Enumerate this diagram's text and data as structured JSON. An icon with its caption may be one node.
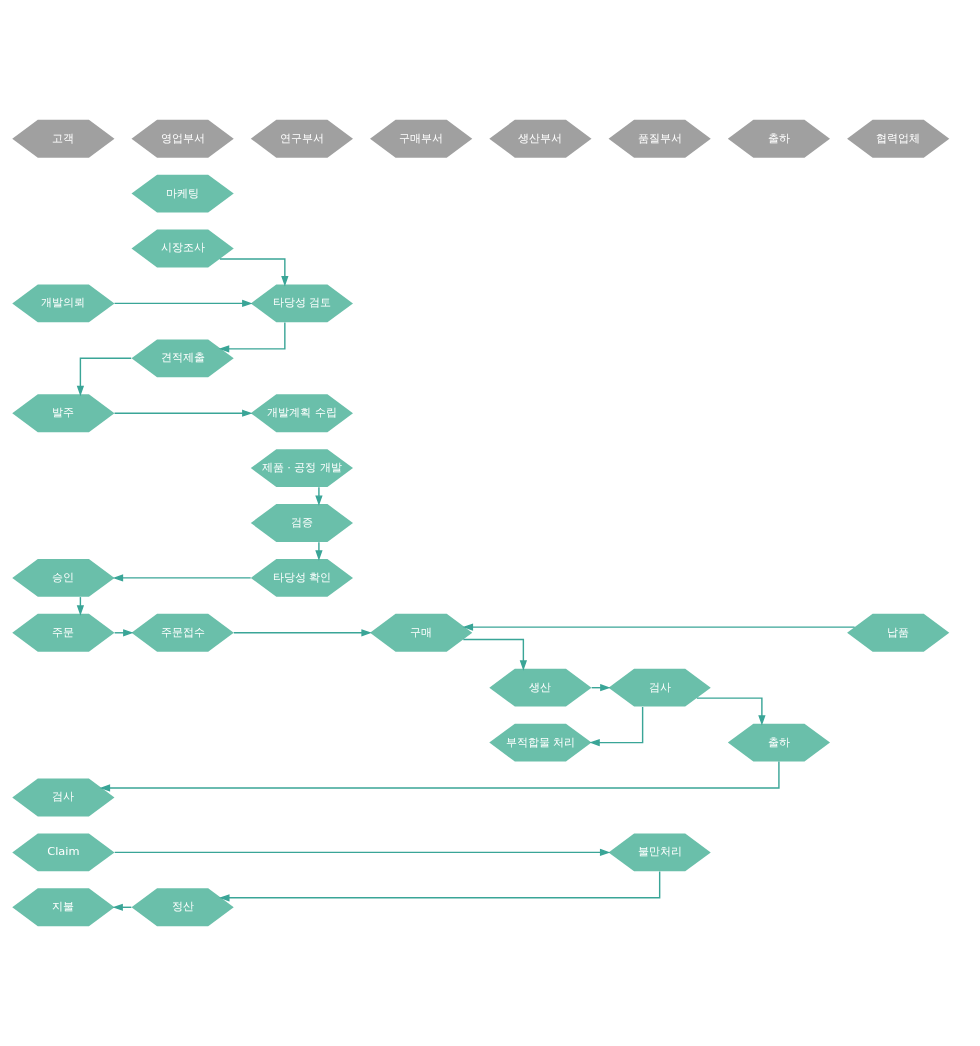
{
  "diagram": {
    "nodes": [
      {
        "text": [
          "고객"
        ]
      },
      {
        "text": [
          "영업부서"
        ]
      },
      {
        "text": [
          "연구부서"
        ]
      },
      {
        "text": [
          "구매부서"
        ]
      },
      {
        "text": [
          "생산부서"
        ]
      },
      {
        "text": [
          "품질부서"
        ]
      },
      {
        "text": [
          "출하"
        ]
      },
      {
        "text": [
          "협력업체"
        ]
      },
      {
        "text": [
          "마케팅"
        ]
      },
      {
        "text": [
          "시장조사"
        ]
      },
      {
        "text": [
          "개발의뢰"
        ]
      },
      {
        "text": [
          "타당성 검토"
        ]
      },
      {
        "text": [
          "견적제출"
        ]
      },
      {
        "text": [
          "발주"
        ]
      },
      {
        "text": [
          "개발계획 수립"
        ]
      },
      {
        "text": [
          "제품 · 공정 개발"
        ]
      },
      {
        "text": [
          "검증"
        ]
      },
      {
        "text": [
          "승인"
        ]
      },
      {
        "text": [
          "타당성 확인"
        ]
      },
      {
        "text": [
          "주문"
        ]
      },
      {
        "text": [
          "주문접수"
        ]
      },
      {
        "text": [
          "구매"
        ]
      },
      {
        "text": [
          "납품"
        ]
      },
      {
        "text": [
          "생산"
        ]
      },
      {
        "text": [
          "검사"
        ]
      },
      {
        "text": [
          "부적합물 처리"
        ]
      },
      {
        "text": [
          "출하"
        ]
      },
      {
        "text": [
          "검사"
        ]
      },
      {
        "text": [
          "Claim"
        ]
      },
      {
        "text": [
          "불만처리"
        ]
      },
      {
        "text": [
          "지불"
        ]
      },
      {
        "text": [
          "정산"
        ]
      }
    ],
    "edges": [
      {
        "from": 9,
        "to": 11,
        "arrow": "to"
      },
      {
        "from": 10,
        "to": 11,
        "arrow": "to"
      },
      {
        "from": 11,
        "to": 12,
        "arrow": "to"
      },
      {
        "from": 12,
        "to": 13,
        "arrow": "to"
      },
      {
        "from": 13,
        "to": 14,
        "arrow": "to"
      },
      {
        "from": 15,
        "to": 16,
        "arrow": "to"
      },
      {
        "from": 16,
        "to": 18,
        "arrow": "to"
      },
      {
        "from": 18,
        "to": 17,
        "arrow": "to"
      },
      {
        "from": 17,
        "to": 19,
        "arrow": "to"
      },
      {
        "from": 19,
        "to": 20,
        "arrow": "to"
      },
      {
        "from": 20,
        "to": 21,
        "arrow": "to"
      },
      {
        "from": 22,
        "to": 21,
        "arrow": "to"
      },
      {
        "from": 21,
        "to": 23,
        "arrow": "to"
      },
      {
        "from": 23,
        "to": 24,
        "arrow": "to"
      },
      {
        "from": 24,
        "to": 25,
        "arrow": "to"
      },
      {
        "from": 24,
        "to": 26,
        "arrow": "to"
      },
      {
        "from": 26,
        "to": 27,
        "arrow": "to"
      },
      {
        "from": 28,
        "to": 29,
        "arrow": "to"
      },
      {
        "from": 29,
        "to": 31,
        "arrow": "to"
      },
      {
        "from": 31,
        "to": 30,
        "arrow": "to"
      }
    ]
  }
}
